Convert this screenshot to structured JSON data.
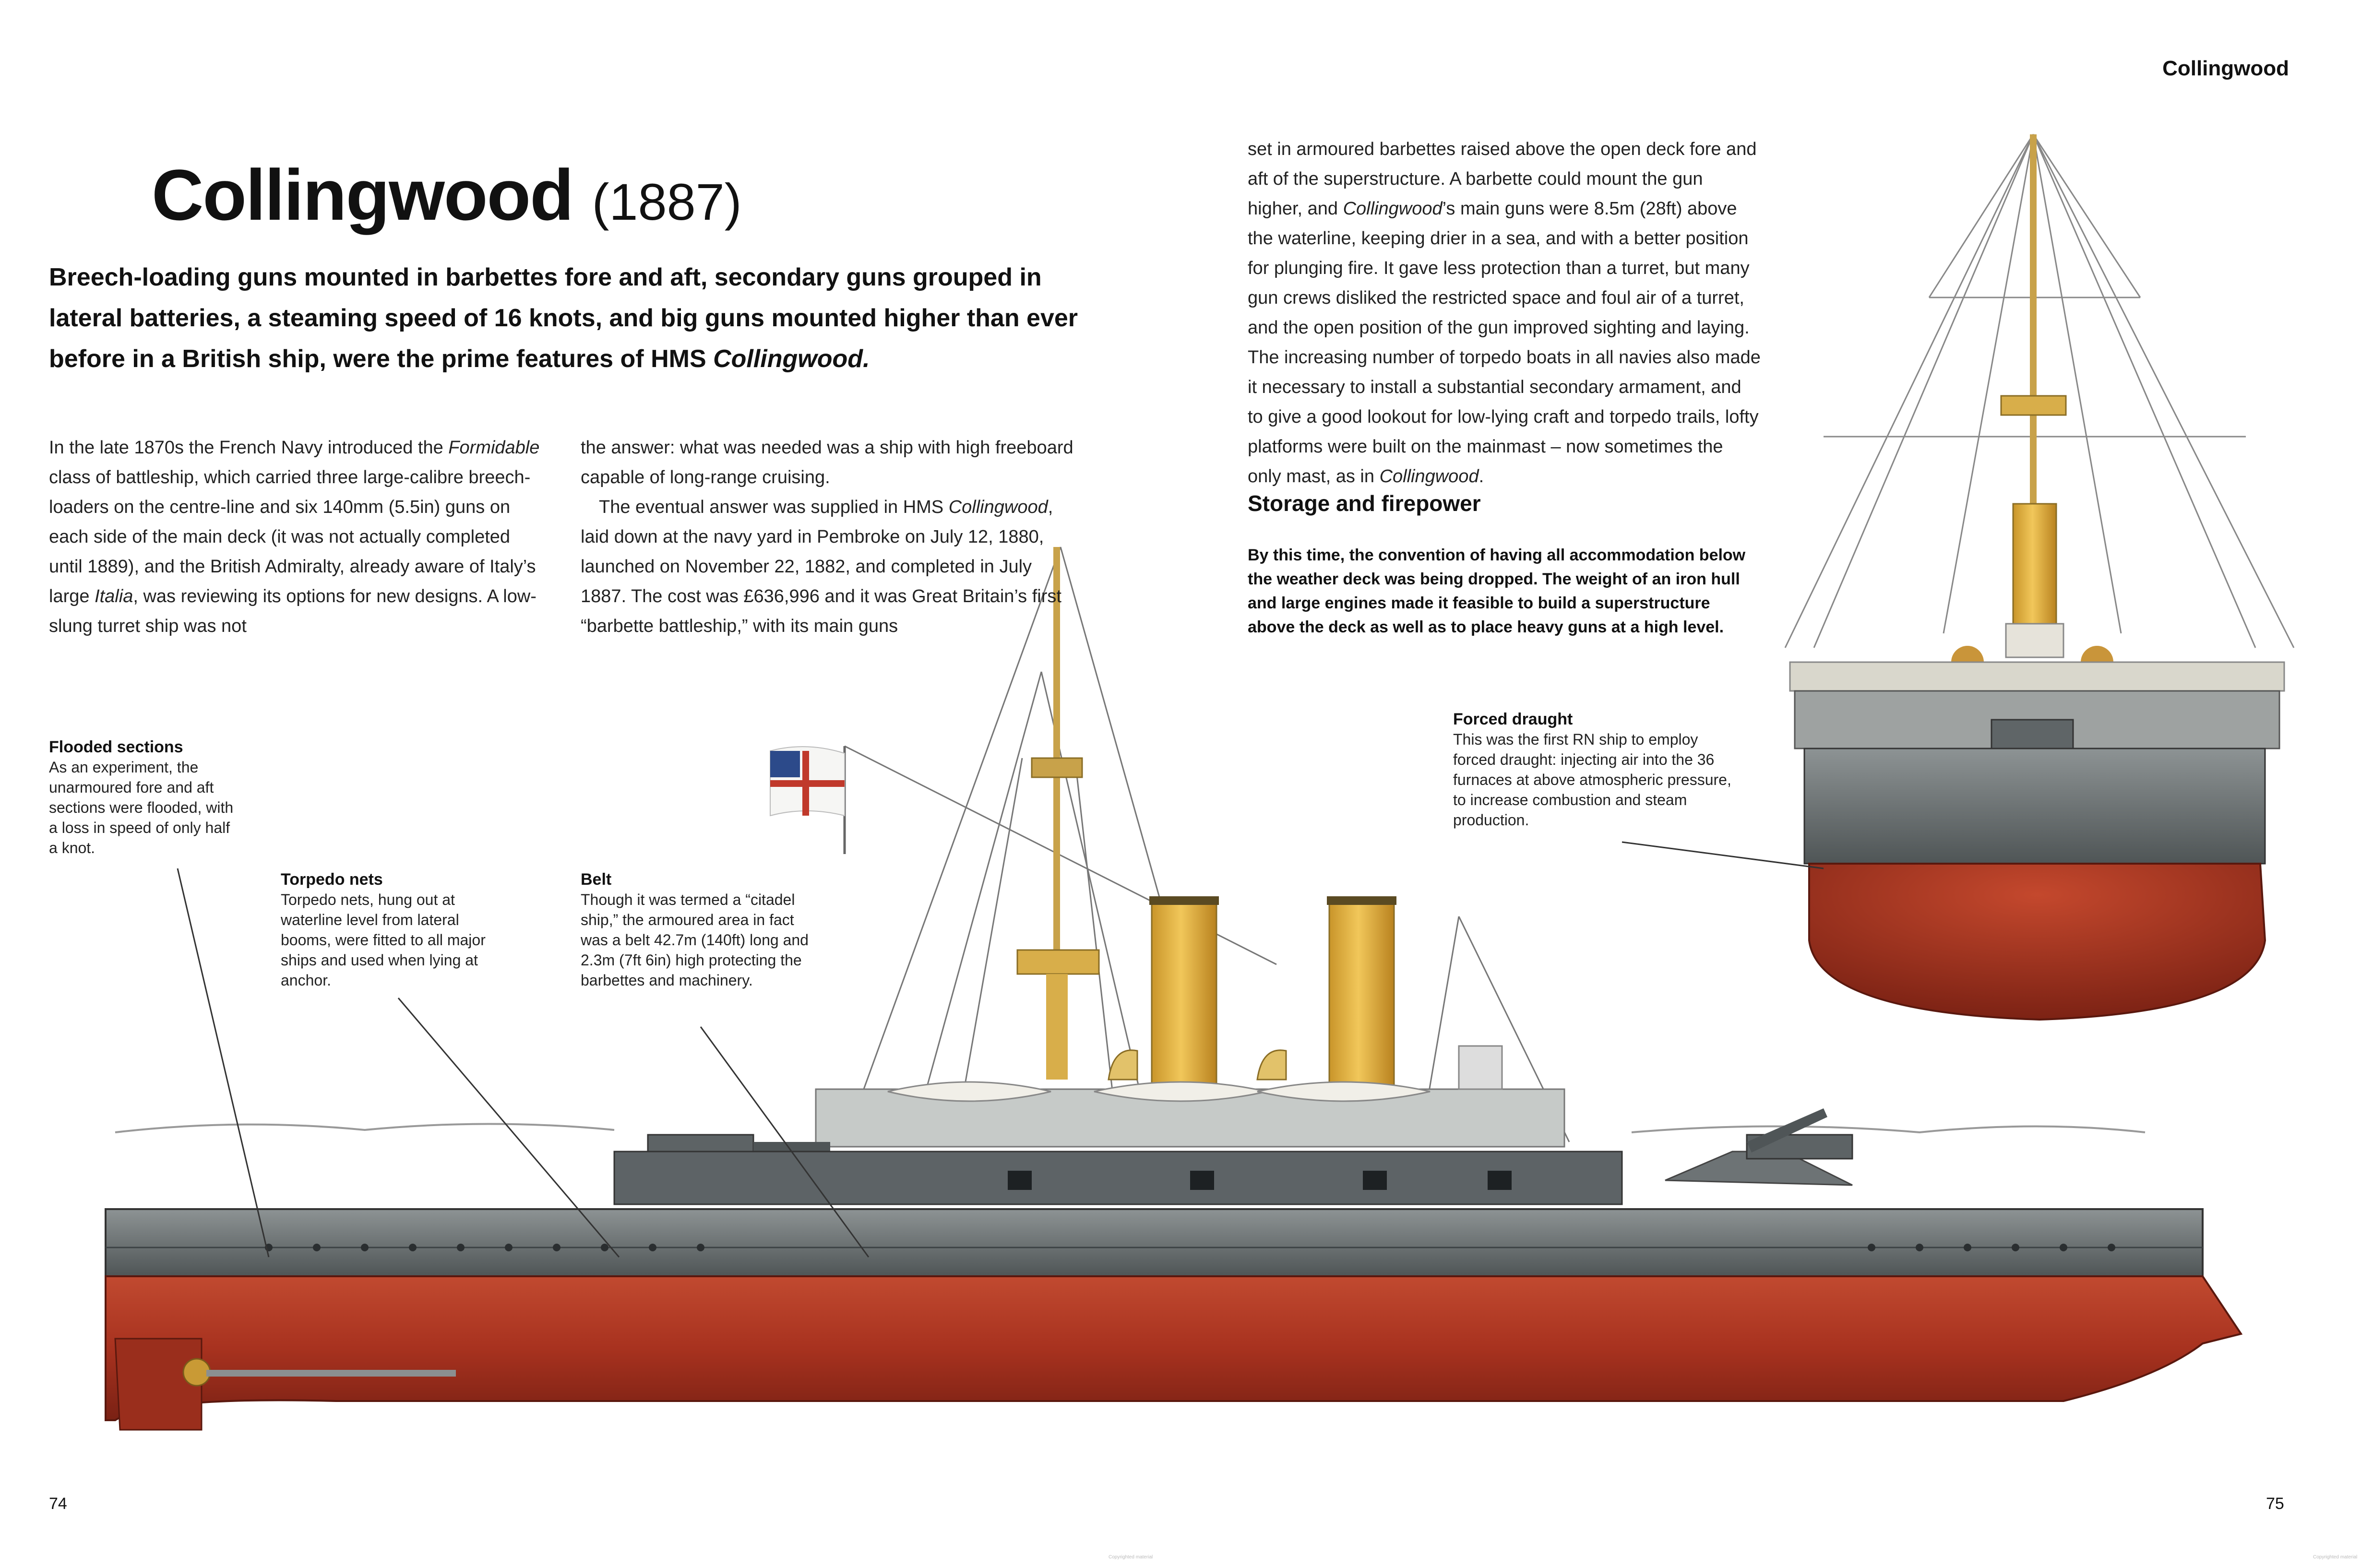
{
  "running_head": "Collingwood",
  "title": {
    "name": "Collingwood",
    "year": "(1887)"
  },
  "intro": {
    "text": "Breech-loading guns mounted in barbettes fore and aft, secondary guns grouped in lateral batteries, a steaming speed of 16 knots, and big guns mounted higher than ever before in a British ship, were the prime features of HMS ",
    "ship": "Collingwood."
  },
  "col1": {
    "a": "In the late 1870s the French Navy introduced the ",
    "b": "Formidable",
    "c": " class of battleship, which carried three large-calibre breech-loaders on the centre-line and six 140mm (5.5in) guns on each side of the main deck (it was not actually completed until 1889), and the British Admiralty, already aware of Italy’s large ",
    "d": "Italia",
    "e": ", was reviewing its options for new designs. A low-slung turret ship was not"
  },
  "col2": {
    "p1": "the answer: what was needed was a ship with high freeboard capable of long-range cruising.",
    "p2a": "The eventual answer was supplied in HMS ",
    "p2b": "Collingwood",
    "p2c": ", laid down at the navy yard in Pembroke on July 12, 1880, launched on November 22, 1882, and completed in July 1887. The cost was £636,996 and it was Great Britain’s first “barbette battleship,” with its main guns"
  },
  "col3": {
    "a": "set in armoured barbettes raised above the open deck fore and aft of the superstructure. A barbette could mount the gun higher, and ",
    "b": "Collingwood",
    "c": "’s main guns were 8.5m (28ft) above the waterline, keeping drier in a sea, and with a better position for plunging fire. It gave less protection than a turret, but many gun crews disliked the restricted space and foul air of a turret, and the open position of the gun improved sighting and laying. The increasing number of torpedo boats in all navies also made it necessary to install a substantial secondary armament, and to give a good lookout for low-lying craft and torpedo trails, lofty platforms were built on the mainmast –  now sometimes the only mast, as in ",
    "d": "Collingwood",
    "e": "."
  },
  "subhead": "Storage and firepower",
  "bold_para": "By this time, the convention of having all accommodation below the weather deck was being dropped. The weight of an iron hull and large engines made it feasible to build a superstructure above the deck as well as to place heavy guns at a high level.",
  "callouts": {
    "flooded": {
      "title": "Flooded sections",
      "text": "As an experiment, the unarmoured fore and aft sections were flooded, with a loss in speed of only half a knot."
    },
    "torpedo": {
      "title": "Torpedo nets",
      "text": "Torpedo nets, hung out at waterline level from lateral booms, were fitted to all major ships and used when lying at anchor."
    },
    "belt": {
      "title": "Belt",
      "text": "Though it was termed a “citadel ship,” the armoured area in fact was a belt 42.7m (140ft) long and 2.3m (7ft 6in) high protecting the barbettes and machinery."
    },
    "draught": {
      "title": "Forced draught",
      "text": "This was the first RN ship to employ forced draught: injecting air into the 36 furnaces at above atmospheric pressure, to increase combustion and steam production."
    }
  },
  "page_left": "74",
  "page_right": "75",
  "copyright": "Copyrighted material",
  "colors": {
    "hull_red": "#a8321f",
    "funnel": "#e8b640",
    "upper_grey": "#6e7476",
    "deck_grey": "#b9bdbb"
  }
}
